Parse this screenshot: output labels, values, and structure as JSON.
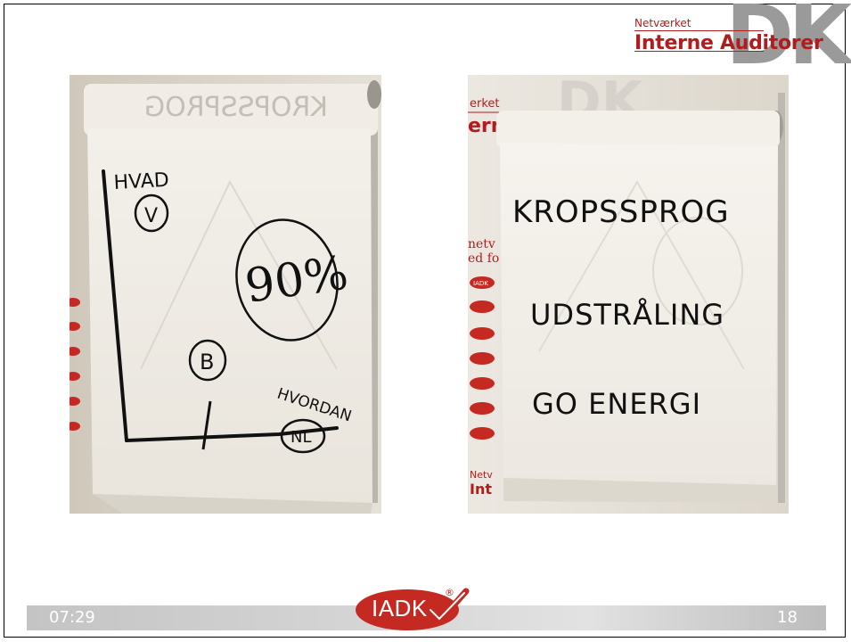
{
  "header": {
    "logo_small_text": "Netværket",
    "logo_main_text": "Interne Auditorer",
    "logo_big_letters": "DK"
  },
  "photo_left": {
    "flipchart_top_mirrored": "KROPSSPROG",
    "axis_y_label": "HVAD",
    "circle_v": "V",
    "circle_percent": "90%",
    "circle_b": "B",
    "axis_x_label": "HVORDAN",
    "circle_nl": "NL"
  },
  "photo_right": {
    "line1": "KROPSSPROG",
    "line2": "UDSTRÅLING",
    "line3": "GO ENERGI",
    "bg_text_partial_1": "erket",
    "bg_text_partial_2": "ern",
    "bg_text_partial_3": "netv",
    "bg_text_partial_4": "ed fo",
    "bg_badge": "IADK",
    "bg_bottom_1": "Netv",
    "bg_bottom_2": "Int"
  },
  "footer": {
    "time": "07:29",
    "page_number": "18",
    "logo_text": "IADK",
    "logo_reg": "®"
  },
  "colors": {
    "brand_red": "#b31c1c",
    "logo_red": "#c42a22",
    "dk_gray": "#9a9a9a"
  }
}
